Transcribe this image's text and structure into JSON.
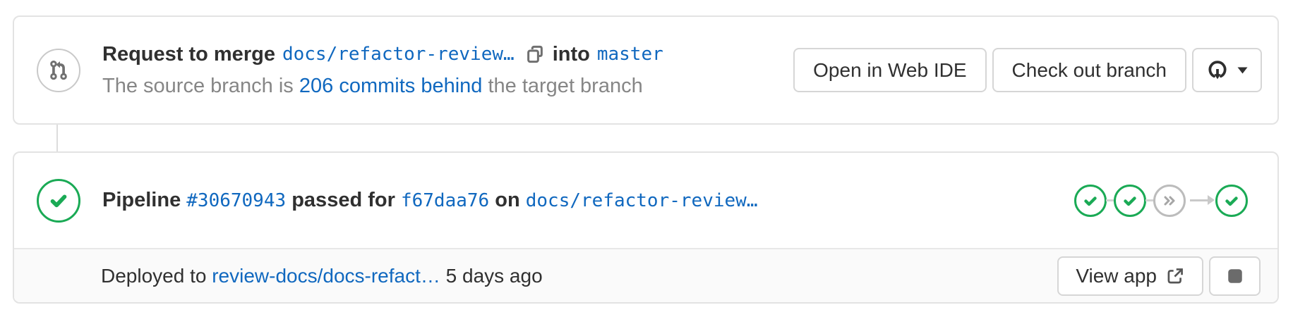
{
  "colors": {
    "link_blue": "#1068bf",
    "success_green": "#1aaa55",
    "text_dark": "#303030",
    "text_gray": "#868686",
    "card_border": "#e3e3e3",
    "footer_bg": "#fafafa"
  },
  "mr_header": {
    "icon": "merge-request-icon",
    "title": {
      "request_to_merge": "Request to merge",
      "source_branch": "docs/refactor-review…",
      "copy_icon": "copy-to-clipboard-icon",
      "into": "into",
      "target_branch": "master"
    },
    "subtitle": {
      "prefix": "The source branch is",
      "behind_link": "206 commits behind",
      "suffix": "the target branch"
    },
    "actions": {
      "open_web_ide": "Open in Web IDE",
      "check_out_branch": "Check out branch",
      "download_icon": "download-icon",
      "caret_icon": "chevron-down-icon"
    }
  },
  "pipeline": {
    "status_icon": "status-success-icon",
    "text": {
      "pipeline": "Pipeline",
      "pipeline_id": "#30670943",
      "passed_for": "passed for",
      "commit_sha": "f67daa76",
      "on": "on",
      "branch": "docs/refactor-review…"
    },
    "stages": [
      "success",
      "success",
      "skipped",
      "success"
    ],
    "footer": {
      "deployed_to": "Deployed to",
      "environment_link": "review-docs/docs-refact…",
      "time_ago": "5 days ago",
      "view_app": "View app",
      "external_link_icon": "external-link-icon",
      "stop_icon": "stop-environment-icon"
    }
  }
}
